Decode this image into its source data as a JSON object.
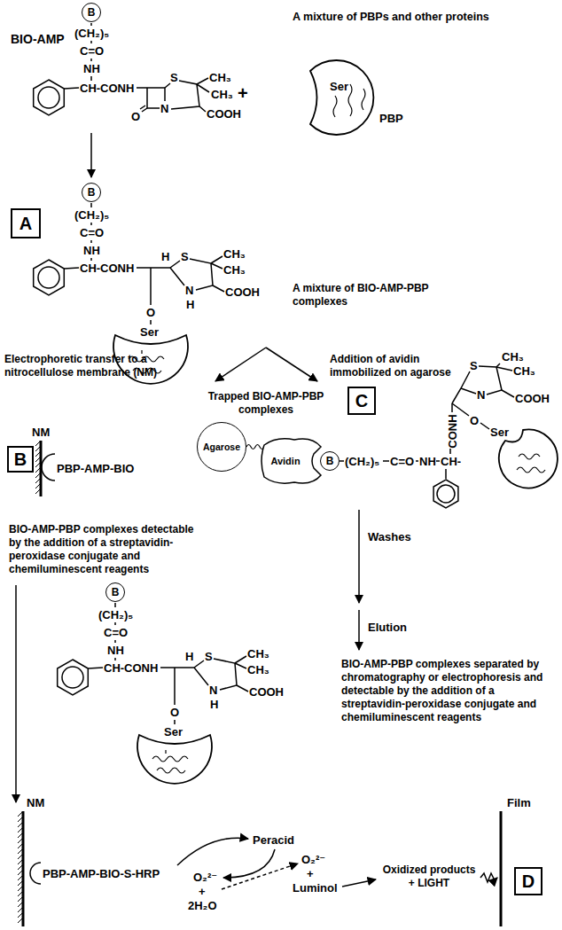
{
  "diagram": {
    "nodes": [
      {
        "text": [
          "B"
        ]
      },
      {
        "text": [
          "A"
        ]
      },
      {
        "text": [
          "B"
        ]
      },
      {
        "text": [
          "B"
        ]
      },
      {
        "text": [
          "C"
        ]
      },
      {
        "text": [
          "Agarose"
        ]
      },
      {
        "text": [
          "Avidin"
        ]
      },
      {
        "text": [
          "B"
        ]
      },
      {
        "text": [
          "B"
        ]
      },
      {
        "text": [
          "D"
        ]
      }
    ],
    "labels": [
      "BIO-AMP",
      "A mixture of PBPs and other proteins",
      "(CH₂)₅",
      "C=O",
      "NH",
      "CH-CONH",
      "S",
      "CH₃",
      "CH₃",
      "O",
      "N",
      "COOH",
      "+",
      "Ser",
      "PBP",
      "(CH₂)₅",
      "C=O",
      "NH",
      "CH-CONH",
      "H",
      "S",
      "CH₃",
      "CH₃",
      "N",
      "H",
      "COOH",
      "O",
      "Ser",
      "A mixture of BIO-AMP-PBP complexes",
      "Electrophoretic transfer to a nitrocellulose membrane (NM)",
      "Addition of avidin immobilized on agarose",
      "Trapped BIO-AMP-PBP complexes",
      "NM",
      "PBP-AMP-BIO",
      "BIO-AMP-PBP complexes detectable by the addition of a streptavidin-peroxidase conjugate and chemiluminescent reagents",
      "COOH",
      "CH₃",
      "CH₃",
      "S",
      "N",
      "CONH",
      "CH-",
      "O",
      "Ser",
      "(CH₂)₅",
      "C=O",
      "NH",
      "Washes",
      "Elution",
      "BIO-AMP-PBP complexes separated by chromatography or electrophoresis and detectable by the addition of a streptavidin-peroxidase conjugate and chemiluminescent reagents",
      "(CH₂)₅",
      "C=O",
      "NH",
      "CH-CONH",
      "H",
      "S",
      "CH₃",
      "CH₃",
      "N",
      "H",
      "COOH",
      "O",
      "Ser",
      "NM",
      "Film",
      "PBP-AMP-BIO-S-HRP",
      "Peracid",
      "O₂²⁻",
      "+",
      "2H₂O",
      "O₂²⁻",
      "+",
      "Luminol",
      "Oxidized products + LIGHT"
    ]
  }
}
